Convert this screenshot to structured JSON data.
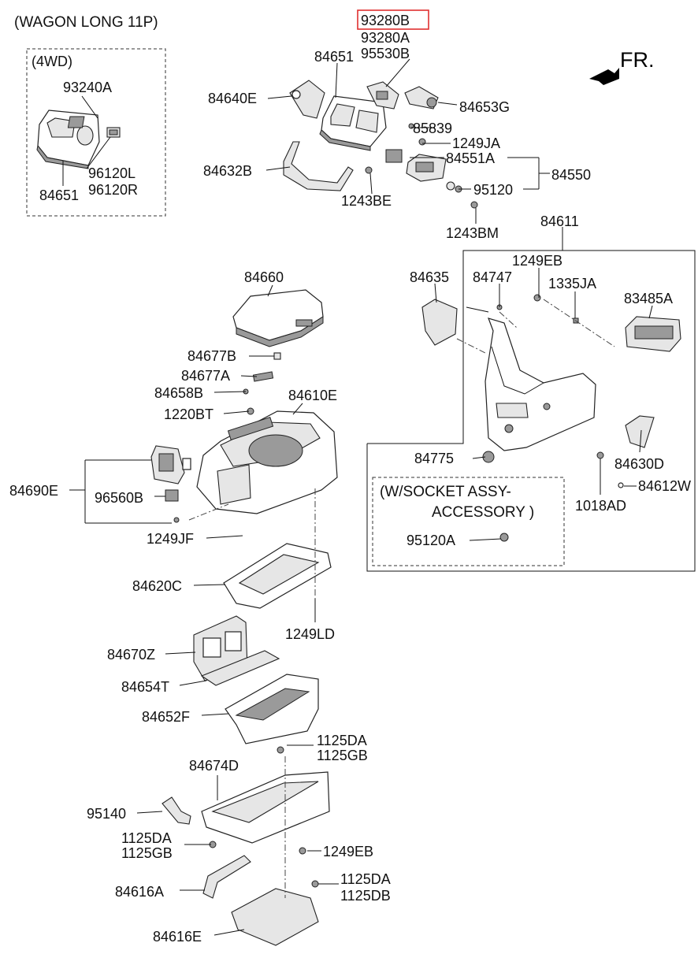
{
  "headers": {
    "variant": "(WAGON LONG 11P)",
    "box_4wd": "(4WD)",
    "socket_line1": "(W/SOCKET ASSY-",
    "socket_line2": "ACCESSORY )",
    "direction": "FR."
  },
  "highlighted_part": "93280B",
  "labels": {
    "p93280B": "93280B",
    "p93280A": "93280A",
    "p95530B": "95530B",
    "p84651_top": "84651",
    "p84640E": "84640E",
    "p84653G": "84653G",
    "p85839": "85839",
    "p1249JA": "1249JA",
    "p84551A": "84551A",
    "p84550": "84550",
    "p84632B": "84632B",
    "p1243BE": "1243BE",
    "p95120": "95120",
    "p1243BM": "1243BM",
    "p93240A": "93240A",
    "p96120L": "96120L",
    "p96120R": "96120R",
    "p84651_4wd": "84651",
    "p84611": "84611",
    "p84660": "84660",
    "p84635": "84635",
    "p84747": "84747",
    "p1249EB_top": "1249EB",
    "p1335JA": "1335JA",
    "p83485A": "83485A",
    "p84677B": "84677B",
    "p84677A": "84677A",
    "p84658B": "84658B",
    "p84610E": "84610E",
    "p1220BT": "1220BT",
    "p84775": "84775",
    "p84630D": "84630D",
    "p84612W": "84612W",
    "p84690E": "84690E",
    "p96560B": "96560B",
    "p1018AD": "1018AD",
    "p95120A": "95120A",
    "p1249JF": "1249JF",
    "p84620C": "84620C",
    "p1249LD": "1249LD",
    "p84670Z": "84670Z",
    "p84654T": "84654T",
    "p84652F": "84652F",
    "p1125DA_a": "1125DA",
    "p1125GB_a": "1125GB",
    "p84674D": "84674D",
    "p95140": "95140",
    "p1125DA_b": "1125DA",
    "p1125GB_b": "1125GB",
    "p1249EB_bot": "1249EB",
    "p84616A": "84616A",
    "p1125DA_c": "1125DA",
    "p1125DB": "1125DB",
    "p84616E": "84616E"
  },
  "colors": {
    "highlight": "#e03030",
    "line": "#111111"
  }
}
